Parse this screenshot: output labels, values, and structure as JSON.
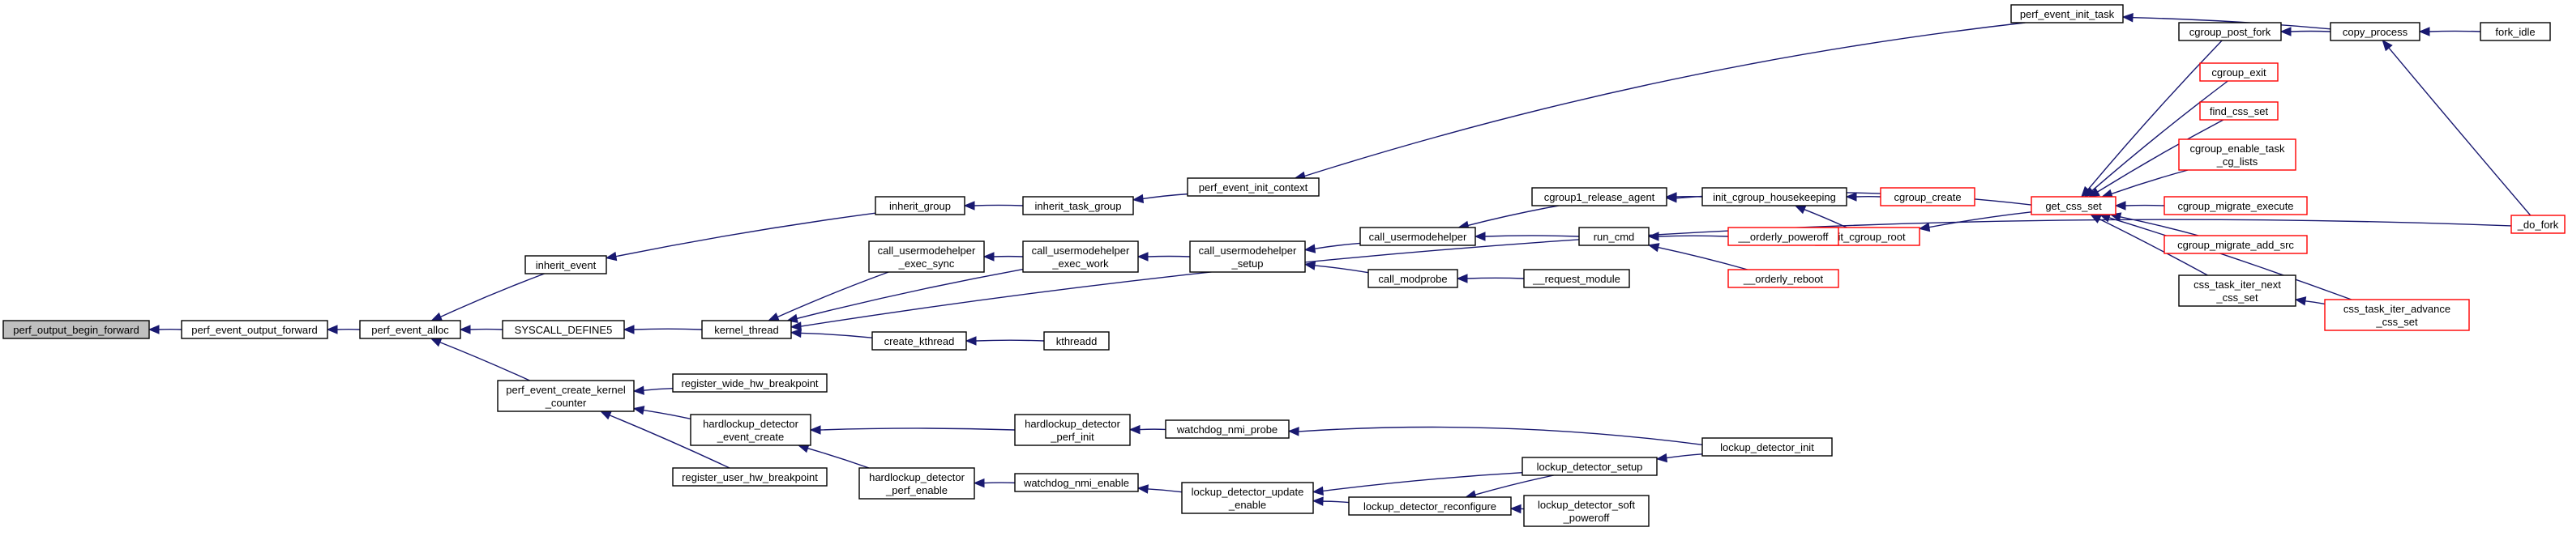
{
  "colors": {
    "edge": "#191970",
    "node_border": "#000000",
    "node_border_external": "#ff0000",
    "root_fill": "#bfbfbf",
    "background": "#ffffff"
  },
  "nodes": [
    {
      "id": "perf_output_begin_forward",
      "lines": [
        "perf_output_begin_forward"
      ],
      "root": true
    },
    {
      "id": "perf_event_output_forward",
      "lines": [
        "perf_event_output_forward"
      ]
    },
    {
      "id": "perf_event_alloc",
      "lines": [
        "perf_event_alloc"
      ]
    },
    {
      "id": "inherit_event",
      "lines": [
        "inherit_event"
      ]
    },
    {
      "id": "SYSCALL_DEFINE5",
      "lines": [
        "SYSCALL_DEFINE5"
      ]
    },
    {
      "id": "perf_event_create_kernel_counter",
      "lines": [
        "perf_event_create_kernel",
        "_counter"
      ]
    },
    {
      "id": "inherit_group",
      "lines": [
        "inherit_group"
      ]
    },
    {
      "id": "inherit_task_group",
      "lines": [
        "inherit_task_group"
      ]
    },
    {
      "id": "perf_event_init_context",
      "lines": [
        "perf_event_init_context"
      ]
    },
    {
      "id": "perf_event_init_task",
      "lines": [
        "perf_event_init_task"
      ]
    },
    {
      "id": "copy_process",
      "lines": [
        "copy_process"
      ]
    },
    {
      "id": "fork_idle",
      "lines": [
        "fork_idle"
      ]
    },
    {
      "id": "_do_fork",
      "lines": [
        "_do_fork"
      ],
      "external": true
    },
    {
      "id": "kernel_thread",
      "lines": [
        "kernel_thread"
      ]
    },
    {
      "id": "call_usermodehelper_exec_sync",
      "lines": [
        "call_usermodehelper",
        "_exec_sync"
      ]
    },
    {
      "id": "call_usermodehelper_exec_work",
      "lines": [
        "call_usermodehelper",
        "_exec_work"
      ]
    },
    {
      "id": "call_usermodehelper_setup",
      "lines": [
        "call_usermodehelper",
        "_setup"
      ]
    },
    {
      "id": "call_usermodehelper",
      "lines": [
        "call_usermodehelper"
      ]
    },
    {
      "id": "call_modprobe",
      "lines": [
        "call_modprobe"
      ]
    },
    {
      "id": "__request_module",
      "lines": [
        "__request_module"
      ]
    },
    {
      "id": "cgroup1_release_agent",
      "lines": [
        "cgroup1_release_agent"
      ]
    },
    {
      "id": "init_cgroup_housekeeping",
      "lines": [
        "init_cgroup_housekeeping"
      ]
    },
    {
      "id": "cgroup_create",
      "lines": [
        "cgroup_create"
      ],
      "external": true
    },
    {
      "id": "init_cgroup_root",
      "lines": [
        "init_cgroup_root"
      ],
      "external": true
    },
    {
      "id": "run_cmd",
      "lines": [
        "run_cmd"
      ]
    },
    {
      "id": "__orderly_poweroff",
      "lines": [
        "__orderly_poweroff"
      ],
      "external": true
    },
    {
      "id": "__orderly_reboot",
      "lines": [
        "__orderly_reboot"
      ],
      "external": true
    },
    {
      "id": "get_css_set",
      "lines": [
        "get_css_set"
      ],
      "external": true
    },
    {
      "id": "cgroup_post_fork",
      "lines": [
        "cgroup_post_fork"
      ]
    },
    {
      "id": "cgroup_exit",
      "lines": [
        "cgroup_exit"
      ],
      "external": true
    },
    {
      "id": "find_css_set",
      "lines": [
        "find_css_set"
      ],
      "external": true
    },
    {
      "id": "cgroup_enable_task_cg_lists",
      "lines": [
        "cgroup_enable_task",
        "_cg_lists"
      ],
      "external": true
    },
    {
      "id": "cgroup_migrate_execute",
      "lines": [
        "cgroup_migrate_execute"
      ],
      "external": true
    },
    {
      "id": "cgroup_migrate_add_src",
      "lines": [
        "cgroup_migrate_add_src"
      ],
      "external": true
    },
    {
      "id": "css_task_iter_next_css_set",
      "lines": [
        "css_task_iter_next",
        "_css_set"
      ]
    },
    {
      "id": "css_task_iter_advance_css_set",
      "lines": [
        "css_task_iter_advance",
        "_css_set"
      ],
      "external": true
    },
    {
      "id": "create_kthread",
      "lines": [
        "create_kthread"
      ]
    },
    {
      "id": "kthreadd",
      "lines": [
        "kthreadd"
      ]
    },
    {
      "id": "register_wide_hw_breakpoint",
      "lines": [
        "register_wide_hw_breakpoint"
      ]
    },
    {
      "id": "hardlockup_detector_event_create",
      "lines": [
        "hardlockup_detector",
        "_event_create"
      ]
    },
    {
      "id": "register_user_hw_breakpoint",
      "lines": [
        "register_user_hw_breakpoint"
      ]
    },
    {
      "id": "hardlockup_detector_perf_init",
      "lines": [
        "hardlockup_detector",
        "_perf_init"
      ]
    },
    {
      "id": "watchdog_nmi_probe",
      "lines": [
        "watchdog_nmi_probe"
      ]
    },
    {
      "id": "lockup_detector_init",
      "lines": [
        "lockup_detector_init"
      ]
    },
    {
      "id": "hardlockup_detector_perf_enable",
      "lines": [
        "hardlockup_detector",
        "_perf_enable"
      ]
    },
    {
      "id": "watchdog_nmi_enable",
      "lines": [
        "watchdog_nmi_enable"
      ]
    },
    {
      "id": "lockup_detector_update_enable",
      "lines": [
        "lockup_detector_update",
        "_enable"
      ]
    },
    {
      "id": "lockup_detector_setup",
      "lines": [
        "lockup_detector_setup"
      ]
    },
    {
      "id": "lockup_detector_reconfigure",
      "lines": [
        "lockup_detector_reconfigure"
      ]
    },
    {
      "id": "lockup_detector_soft_poweroff",
      "lines": [
        "lockup_detector_soft",
        "_poweroff"
      ]
    }
  ],
  "edges": [
    [
      "perf_event_output_forward",
      "perf_output_begin_forward"
    ],
    [
      "perf_event_alloc",
      "perf_event_output_forward"
    ],
    [
      "inherit_event",
      "perf_event_alloc"
    ],
    [
      "SYSCALL_DEFINE5",
      "perf_event_alloc"
    ],
    [
      "perf_event_create_kernel_counter",
      "perf_event_alloc"
    ],
    [
      "inherit_group",
      "inherit_event"
    ],
    [
      "inherit_task_group",
      "inherit_group"
    ],
    [
      "perf_event_init_context",
      "inherit_task_group"
    ],
    [
      "perf_event_init_task",
      "perf_event_init_context"
    ],
    [
      "copy_process",
      "perf_event_init_task"
    ],
    [
      "fork_idle",
      "copy_process"
    ],
    [
      "_do_fork",
      "copy_process"
    ],
    [
      "kernel_thread",
      "SYSCALL_DEFINE5"
    ],
    [
      "call_usermodehelper_exec_sync",
      "kernel_thread"
    ],
    [
      "call_usermodehelper_exec_work",
      "call_usermodehelper_exec_sync"
    ],
    [
      "call_usermodehelper_exec_work",
      "kernel_thread"
    ],
    [
      "call_usermodehelper_setup",
      "call_usermodehelper_exec_work"
    ],
    [
      "call_usermodehelper",
      "call_usermodehelper_setup"
    ],
    [
      "call_modprobe",
      "call_usermodehelper_setup"
    ],
    [
      "__request_module",
      "call_modprobe"
    ],
    [
      "cgroup1_release_agent",
      "call_usermodehelper"
    ],
    [
      "run_cmd",
      "call_usermodehelper"
    ],
    [
      "init_cgroup_housekeeping",
      "cgroup1_release_agent"
    ],
    [
      "get_css_set",
      "cgroup1_release_agent"
    ],
    [
      "cgroup_create",
      "init_cgroup_housekeeping"
    ],
    [
      "init_cgroup_root",
      "init_cgroup_housekeeping"
    ],
    [
      "get_css_set",
      "init_cgroup_root"
    ],
    [
      "__orderly_poweroff",
      "run_cmd"
    ],
    [
      "__orderly_reboot",
      "run_cmd"
    ],
    [
      "cgroup_post_fork",
      "get_css_set"
    ],
    [
      "cgroup_exit",
      "get_css_set"
    ],
    [
      "find_css_set",
      "get_css_set"
    ],
    [
      "cgroup_enable_task_cg_lists",
      "get_css_set"
    ],
    [
      "cgroup_migrate_execute",
      "get_css_set"
    ],
    [
      "cgroup_migrate_add_src",
      "get_css_set"
    ],
    [
      "css_task_iter_next_css_set",
      "get_css_set"
    ],
    [
      "css_task_iter_advance_css_set",
      "get_css_set"
    ],
    [
      "css_task_iter_advance_css_set",
      "css_task_iter_next_css_set"
    ],
    [
      "copy_process",
      "cgroup_post_fork"
    ],
    [
      "create_kthread",
      "kernel_thread"
    ],
    [
      "kthreadd",
      "create_kthread"
    ],
    [
      "_do_fork",
      "kernel_thread"
    ],
    [
      "register_wide_hw_breakpoint",
      "perf_event_create_kernel_counter"
    ],
    [
      "hardlockup_detector_event_create",
      "perf_event_create_kernel_counter"
    ],
    [
      "register_user_hw_breakpoint",
      "perf_event_create_kernel_counter"
    ],
    [
      "hardlockup_detector_perf_init",
      "hardlockup_detector_event_create"
    ],
    [
      "hardlockup_detector_perf_enable",
      "hardlockup_detector_event_create"
    ],
    [
      "watchdog_nmi_probe",
      "hardlockup_detector_perf_init"
    ],
    [
      "lockup_detector_init",
      "watchdog_nmi_probe"
    ],
    [
      "watchdog_nmi_enable",
      "hardlockup_detector_perf_enable"
    ],
    [
      "lockup_detector_update_enable",
      "watchdog_nmi_enable"
    ],
    [
      "lockup_detector_setup",
      "lockup_detector_update_enable"
    ],
    [
      "lockup_detector_reconfigure",
      "lockup_detector_update_enable"
    ],
    [
      "lockup_detector_init",
      "lockup_detector_setup"
    ],
    [
      "lockup_detector_setup",
      "lockup_detector_reconfigure"
    ],
    [
      "lockup_detector_soft_poweroff",
      "lockup_detector_reconfigure"
    ]
  ]
}
